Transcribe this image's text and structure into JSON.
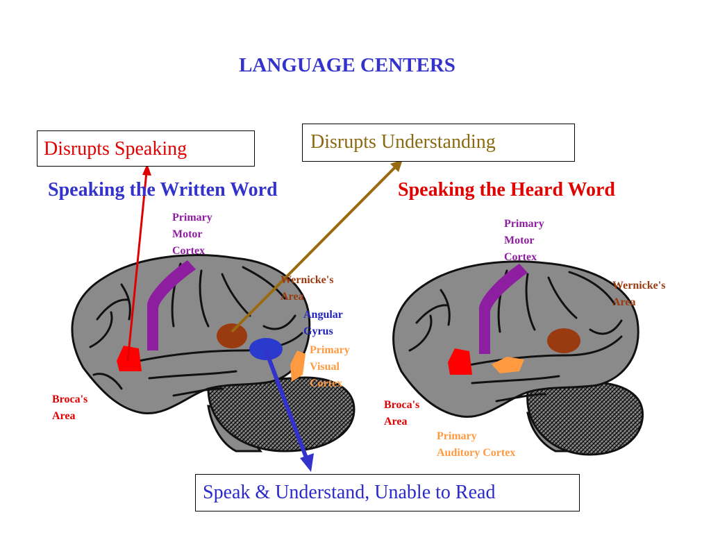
{
  "title": "LANGUAGE CENTERS",
  "boxes": {
    "disrupts_speaking": "Disrupts Speaking",
    "disrupts_understanding": "Disrupts Understanding",
    "unable_to_read": "Speak & Understand, Unable to Read"
  },
  "headings": {
    "written": "Speaking the Written Word",
    "heard": "Speaking the Heard Word"
  },
  "left_brain": {
    "primary_motor_cortex": [
      "Primary",
      "Motor",
      "Cortex"
    ],
    "wernickes_area": [
      "Wernicke's",
      "Area"
    ],
    "angular_gyrus": [
      "Angular",
      "Gyrus"
    ],
    "primary_visual_cortex": [
      "Primary",
      "Visual",
      "Cortex"
    ],
    "brocas_area": [
      "Broca's",
      "Area"
    ]
  },
  "right_brain": {
    "primary_motor_cortex": [
      "Primary",
      "Motor",
      "Cortex"
    ],
    "wernickes_area": [
      "Wernicke's",
      "Area"
    ],
    "brocas_area": [
      "Broca's",
      "Area"
    ],
    "primary_auditory_cortex": [
      "Primary",
      "Auditory Cortex"
    ]
  },
  "colors": {
    "title": "#3333cc",
    "brain": "#8a8a8a",
    "motor_cortex": "#8e1ea0",
    "wernickes": "#9a3a10",
    "brocas": "#ff0000",
    "angular_gyrus": "#2a3acc",
    "visual_auditory": "#ff9a40",
    "arrow_speaking": "#e00000",
    "arrow_understanding": "#9a6a10",
    "arrow_read": "#3333cc"
  }
}
